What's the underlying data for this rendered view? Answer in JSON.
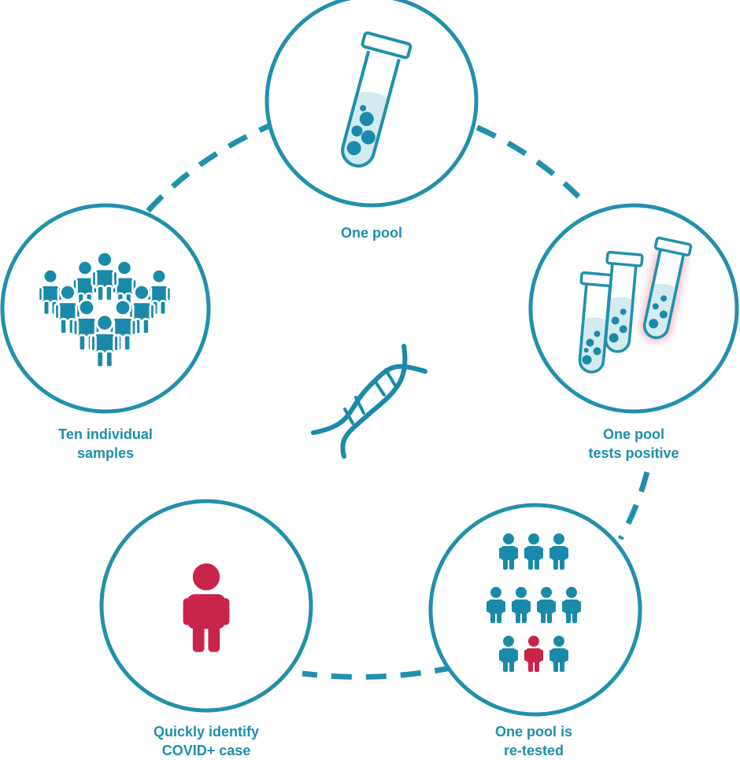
{
  "colors": {
    "teal": "#1a8aab",
    "stroke": "#2190ad",
    "fluid": "#d3ebef",
    "red": "#c9244a",
    "glow": "#f3b3c6",
    "label": "#1d8fae"
  },
  "steps": [
    {
      "id": "one-pool",
      "label": [
        "One pool"
      ],
      "icon": "test-tube-icon"
    },
    {
      "id": "tests-positive",
      "label": [
        "One pool",
        "tests positive"
      ],
      "icon": "three-test-tubes-icon"
    },
    {
      "id": "re-tested",
      "label": [
        "One pool is",
        "re-tested"
      ],
      "icon": "people-grid-icon"
    },
    {
      "id": "identify",
      "label": [
        "Quickly identify",
        "COVID+ case"
      ],
      "icon": "person-icon"
    },
    {
      "id": "samples",
      "label": [
        "Ten individual",
        "samples"
      ],
      "icon": "crowd-icon"
    }
  ],
  "center_icon": "dna-icon"
}
